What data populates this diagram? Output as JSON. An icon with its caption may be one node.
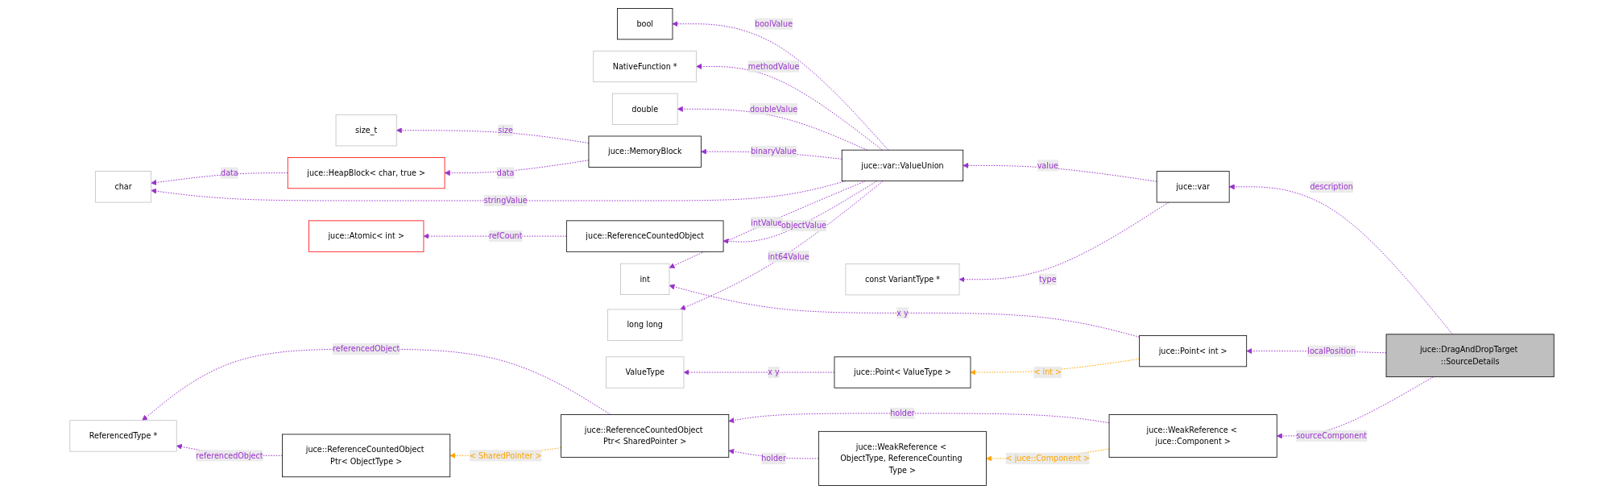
{
  "diagram": {
    "nodes": [
      {
        "text": [
          "bool"
        ]
      },
      {
        "text": [
          "NativeFunction *"
        ]
      },
      {
        "text": [
          "size_t"
        ]
      },
      {
        "text": [
          "double"
        ]
      },
      {
        "text": [
          "juce::HeapBlock< char, true >"
        ]
      },
      {
        "text": [
          "char"
        ]
      },
      {
        "text": [
          "juce::MemoryBlock"
        ]
      },
      {
        "text": [
          "juce::var::ValueUnion"
        ]
      },
      {
        "text": [
          "int"
        ]
      },
      {
        "text": [
          "juce::Atomic< int >"
        ]
      },
      {
        "text": [
          "juce::ReferenceCountedObject"
        ]
      },
      {
        "text": [
          "const VariantType *"
        ]
      },
      {
        "text": [
          "juce::var"
        ]
      },
      {
        "text": [
          "long long"
        ]
      },
      {
        "text": [
          "juce::Point< int >"
        ]
      },
      {
        "text": [
          "juce::DragAndDropTarget ::SourceDetails"
        ]
      },
      {
        "text": [
          "ValueType"
        ]
      },
      {
        "text": [
          "juce::Point< ValueType >"
        ]
      },
      {
        "text": [
          "ReferencedType *"
        ]
      },
      {
        "text": [
          "juce::ReferenceCountedObject Ptr< SharedPointer >"
        ]
      },
      {
        "text": [
          "juce::WeakReference < juce::Component >"
        ]
      },
      {
        "text": [
          "juce::ReferenceCountedObject Ptr< ObjectType >"
        ]
      },
      {
        "text": [
          "juce::WeakReference < ObjectType, ReferenceCounting Type >"
        ]
      }
    ],
    "edges": [
      {
        "from": 7,
        "to": 0,
        "arrow": "to",
        "label": "boolValue",
        "style": "dashed"
      },
      {
        "from": 7,
        "to": 1,
        "arrow": "to",
        "label": "methodValue",
        "style": "dashed"
      },
      {
        "from": 6,
        "to": 2,
        "arrow": "to",
        "label": "size",
        "style": "dashed"
      },
      {
        "from": 7,
        "to": 3,
        "arrow": "to",
        "label": "doubleValue",
        "style": "dashed"
      },
      {
        "from": 6,
        "to": 4,
        "arrow": "to",
        "label": "data",
        "style": "dashed"
      },
      {
        "from": 4,
        "to": 5,
        "arrow": "to",
        "label": "data",
        "style": "dashed"
      },
      {
        "from": 7,
        "to": 6,
        "arrow": "to",
        "label": "binaryValue",
        "style": "dashed"
      },
      {
        "from": 7,
        "to": 5,
        "arrow": "to",
        "label": "stringValue",
        "style": "dashed"
      },
      {
        "from": 7,
        "to": 8,
        "arrow": "to",
        "label": "intValue",
        "style": "dashed"
      },
      {
        "from": 7,
        "to": 10,
        "arrow": "to",
        "label": "objectValue",
        "style": "dashed"
      },
      {
        "from": 7,
        "to": 13,
        "arrow": "to",
        "label": "int64Value",
        "style": "dashed"
      },
      {
        "from": 10,
        "to": 9,
        "arrow": "to",
        "label": "refCount",
        "style": "dashed"
      },
      {
        "from": 12,
        "to": 7,
        "arrow": "to",
        "label": "value",
        "style": "dashed"
      },
      {
        "from": 12,
        "to": 11,
        "arrow": "to",
        "label": "type",
        "style": "dashed"
      },
      {
        "from": 15,
        "to": 12,
        "arrow": "to",
        "label": "description",
        "style": "dashed"
      },
      {
        "from": 14,
        "to": 8,
        "arrow": "to",
        "label": "x y",
        "style": "dashed"
      },
      {
        "from": 15,
        "to": 14,
        "arrow": "to",
        "label": "localPosition",
        "style": "dashed"
      },
      {
        "from": 14,
        "to": 17,
        "arrow": "to",
        "label": "< int >",
        "style": "dashed",
        "color": "#ffa500"
      },
      {
        "from": 17,
        "to": 16,
        "arrow": "to",
        "label": "x y",
        "style": "dashed"
      },
      {
        "from": 15,
        "to": 20,
        "arrow": "to",
        "label": "sourceComponent",
        "style": "dashed"
      },
      {
        "from": 19,
        "to": 18,
        "arrow": "to",
        "label": "referencedObject",
        "style": "dashed"
      },
      {
        "from": 20,
        "to": 19,
        "arrow": "to",
        "label": "holder",
        "style": "dashed"
      },
      {
        "from": 19,
        "to": 21,
        "arrow": "to",
        "label": "< SharedPointer >",
        "style": "dashed",
        "color": "#ffa500"
      },
      {
        "from": 21,
        "to": 18,
        "arrow": "to",
        "label": "referencedObject",
        "style": "dashed"
      },
      {
        "from": 20,
        "to": 22,
        "arrow": "to",
        "label": "< juce::Component >",
        "style": "dashed",
        "color": "#ffa500"
      },
      {
        "from": 22,
        "to": 19,
        "arrow": "to",
        "label": "holder",
        "style": "dashed"
      }
    ]
  }
}
